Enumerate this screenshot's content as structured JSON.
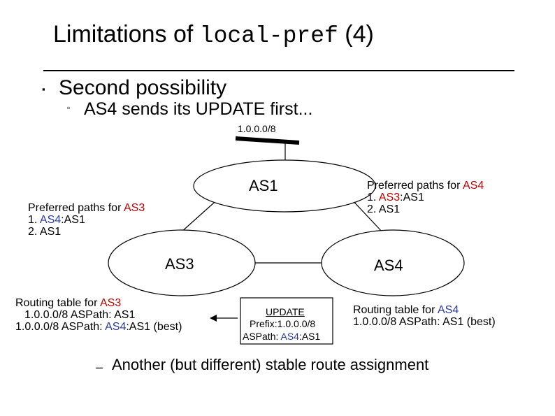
{
  "slide": {
    "title_prefix": "Limitations of",
    "title_code": "local-pref",
    "title_suffix": "(4)",
    "bullet_l1": "Second possibility",
    "bullet_l2": "AS4 sends its UPDATE first...",
    "bullet_l3": "Another (but different) stable route assignment",
    "l1_marker": "▪",
    "l2_marker": "▫",
    "l3_marker": "–"
  },
  "diagram": {
    "prefix": "1.0.0.0/8",
    "nodes": {
      "as1": "AS1",
      "as3": "AS3",
      "as4": "AS4"
    },
    "pref_as4": {
      "heading": "Preferred paths for ",
      "heading_as": "AS4",
      "line1_num": "1. ",
      "line1_as": "AS3",
      "line1_rest": ":AS1",
      "line2": "2. AS1"
    },
    "pref_as3": {
      "heading": "Preferred paths for ",
      "heading_as": "AS3",
      "line1_num": "1. ",
      "line1_as": "AS4",
      "line1_rest": ":AS1",
      "line2": "2. AS1"
    },
    "rt_as3": {
      "heading": "Routing table for ",
      "heading_as": "AS3",
      "line1": "1.0.0.0/8 ASPath: AS1",
      "line2_pre": "1.0.0.0/8 ASPath: ",
      "line2_as": "AS4",
      "line2_post": ":AS1 (best)"
    },
    "rt_as4": {
      "heading": "Routing table for ",
      "heading_as": "AS4",
      "line1": "1.0.0.0/8 ASPath: AS1 (best)"
    },
    "update": {
      "title": "UPDATE",
      "prefix_line": "Prefix:1.0.0.0/8",
      "aspath_pre": "ASPath: ",
      "aspath_as": "AS4",
      "aspath_post": ":AS1"
    }
  },
  "colors": {
    "red": "#c00000",
    "blue": "#2a3aa0"
  }
}
